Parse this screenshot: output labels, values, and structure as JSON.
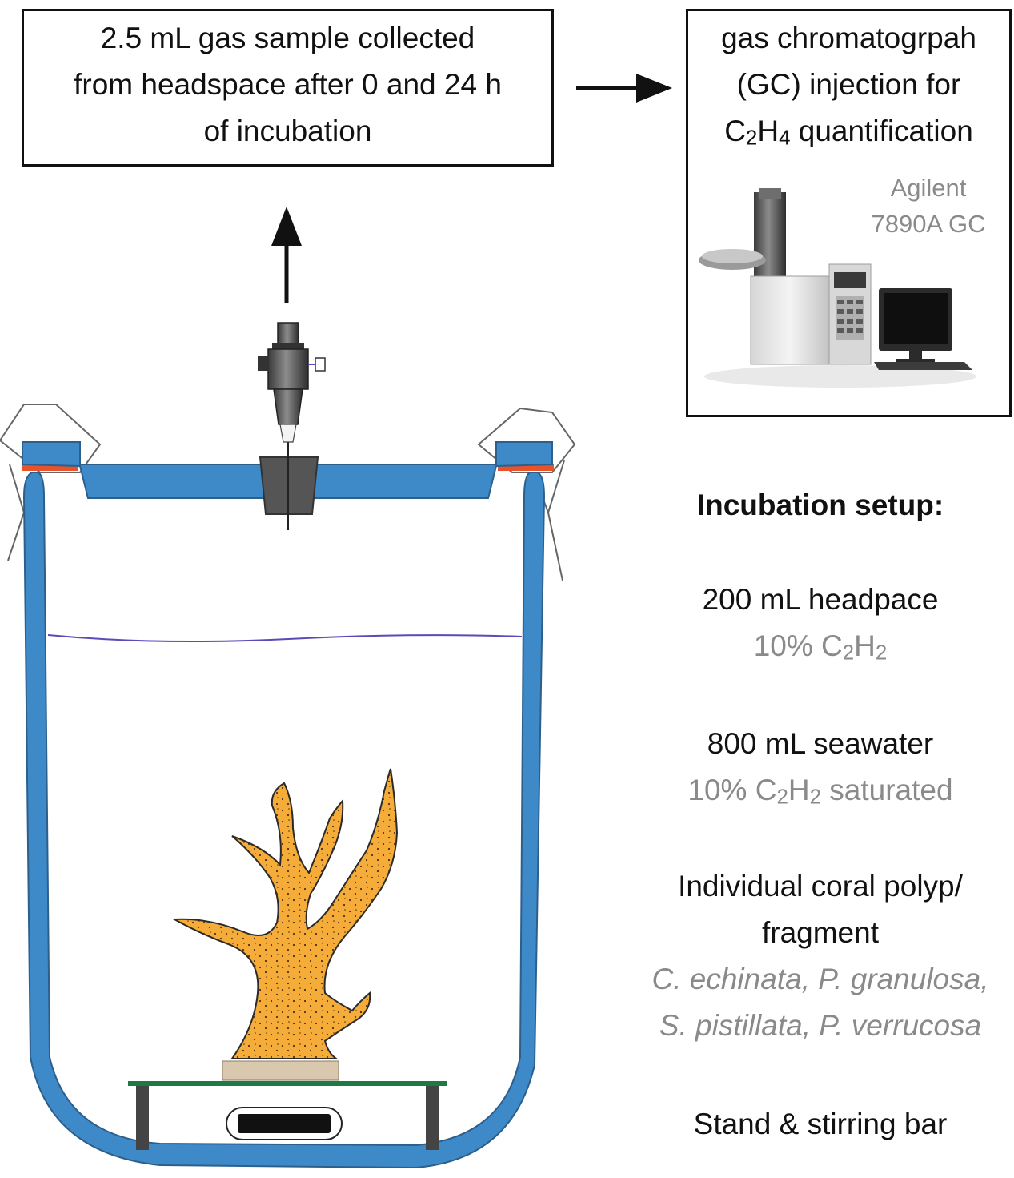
{
  "sample_box": {
    "lines": [
      "2.5 mL gas sample collected",
      "from headspace after 0 and 24 h",
      "of incubation"
    ]
  },
  "gc_box": {
    "line1": "gas chromatogrpah",
    "line2": "(GC) injection for",
    "line3_prefix": "C",
    "line3_sub1": "2",
    "line3_mid": "H",
    "line3_sub2": "4",
    "line3_suffix": " quantification",
    "model_line1": "Agilent",
    "model_line2": "7890A GC"
  },
  "setup": {
    "title": "Incubation setup:",
    "headspace": "200 mL headpace",
    "headspace_gas_prefix": "10% C",
    "headspace_gas_sub1": "2",
    "headspace_gas_mid": "H",
    "headspace_gas_sub2": "2",
    "seawater": "800 mL seawater",
    "seawater_gas_prefix": "10%  C",
    "seawater_gas_sub1": "2",
    "seawater_gas_mid": "H",
    "seawater_gas_sub2": "2",
    "seawater_gas_suffix": " saturated",
    "coral_line1": "Individual coral polyp/",
    "coral_line2": "fragment",
    "species_line1": "C. echinata, P. granulosa,",
    "species_line2": "S. pistillata, P. verrucosa",
    "stand": "Stand & stirring bar"
  },
  "colors": {
    "jar_blue": "#3e8ac9",
    "jar_outline": "#2c5f8c",
    "seal_orange": "#e8532b",
    "water_line": "#5b4ab8",
    "coral_fill": "#f5ac38",
    "coral_dots": "#4a3418",
    "stand_top": "#1e7a45",
    "stand_legs": "#444444",
    "coral_base": "#d9c8ad",
    "septum": "#555555",
    "label_grey": "#8a8a8a"
  }
}
